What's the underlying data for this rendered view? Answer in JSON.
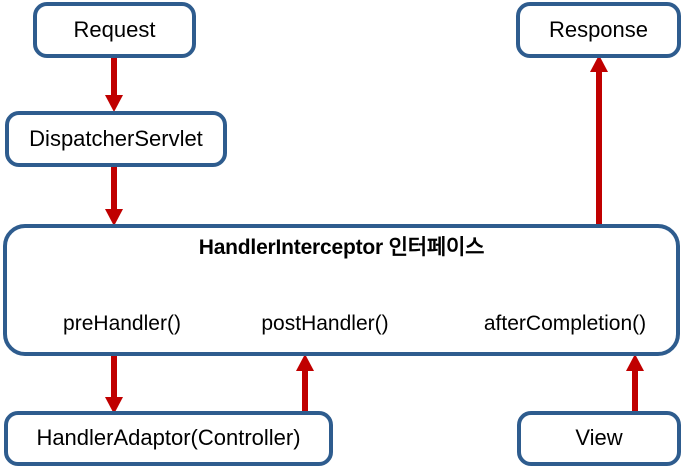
{
  "diagram": {
    "title": "Spring HandlerInterceptor flow diagram",
    "colors": {
      "node_border": "#2E5C8E",
      "node_fill": "#FFFFFF",
      "arrow": "#C00000",
      "text": "#000000",
      "background": "#FFFFFF"
    },
    "nodes": [
      {
        "id": "request",
        "label": "Request"
      },
      {
        "id": "response",
        "label": "Response"
      },
      {
        "id": "dispatcher-servlet",
        "label": "DispatcherServlet"
      },
      {
        "id": "handler-interceptor",
        "label": "HandlerInterceptor 인터페이스"
      },
      {
        "id": "handler-adaptor",
        "label": "HandlerAdaptor(Controller)"
      },
      {
        "id": "view",
        "label": "View"
      }
    ],
    "interceptor_methods": [
      {
        "id": "pre-handler",
        "label": "preHandler()"
      },
      {
        "id": "post-handler",
        "label": "postHandler()"
      },
      {
        "id": "after-completion",
        "label": "afterCompletion()"
      }
    ],
    "arrows": [
      {
        "id": "request-to-dispatcher",
        "from": "request",
        "to": "dispatcher-servlet",
        "direction": "down"
      },
      {
        "id": "dispatcher-to-interceptor",
        "from": "dispatcher-servlet",
        "to": "handler-interceptor",
        "direction": "down"
      },
      {
        "id": "interceptor-to-handler-adaptor",
        "from": "handler-interceptor",
        "to": "handler-adaptor",
        "direction": "down"
      },
      {
        "id": "handler-adaptor-to-interceptor",
        "from": "handler-adaptor",
        "to": "handler-interceptor",
        "direction": "up"
      },
      {
        "id": "view-to-interceptor",
        "from": "view",
        "to": "handler-interceptor",
        "direction": "up"
      },
      {
        "id": "interceptor-to-response",
        "from": "handler-interceptor",
        "to": "response",
        "direction": "up"
      }
    ]
  }
}
